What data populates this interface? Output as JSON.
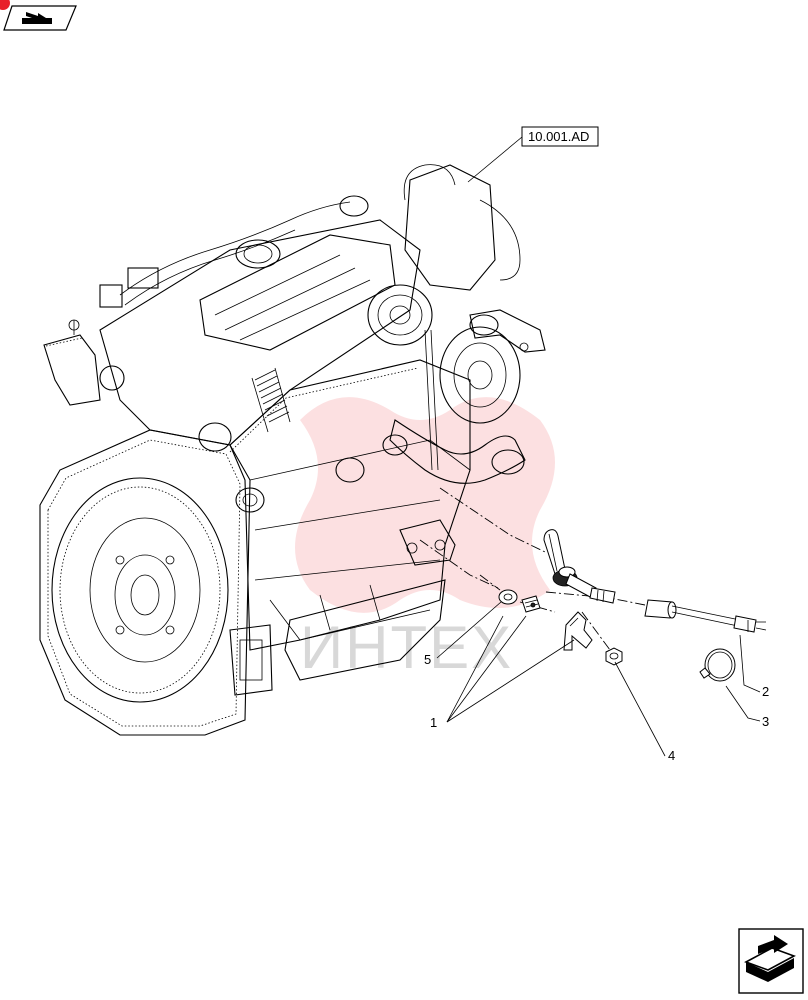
{
  "reference_box": {
    "text": "10.001.AD"
  },
  "watermark": {
    "text": "ИНТЕХ",
    "color": "#e8202a"
  },
  "callouts": [
    {
      "id": "c1",
      "text": "1"
    },
    {
      "id": "c2",
      "text": "2"
    },
    {
      "id": "c3",
      "text": "3"
    },
    {
      "id": "c4",
      "text": "4"
    },
    {
      "id": "c5",
      "text": "5"
    }
  ],
  "icons": {
    "top_left": "book-arrow-icon",
    "bottom_right": "next-page-arrow-icon"
  }
}
